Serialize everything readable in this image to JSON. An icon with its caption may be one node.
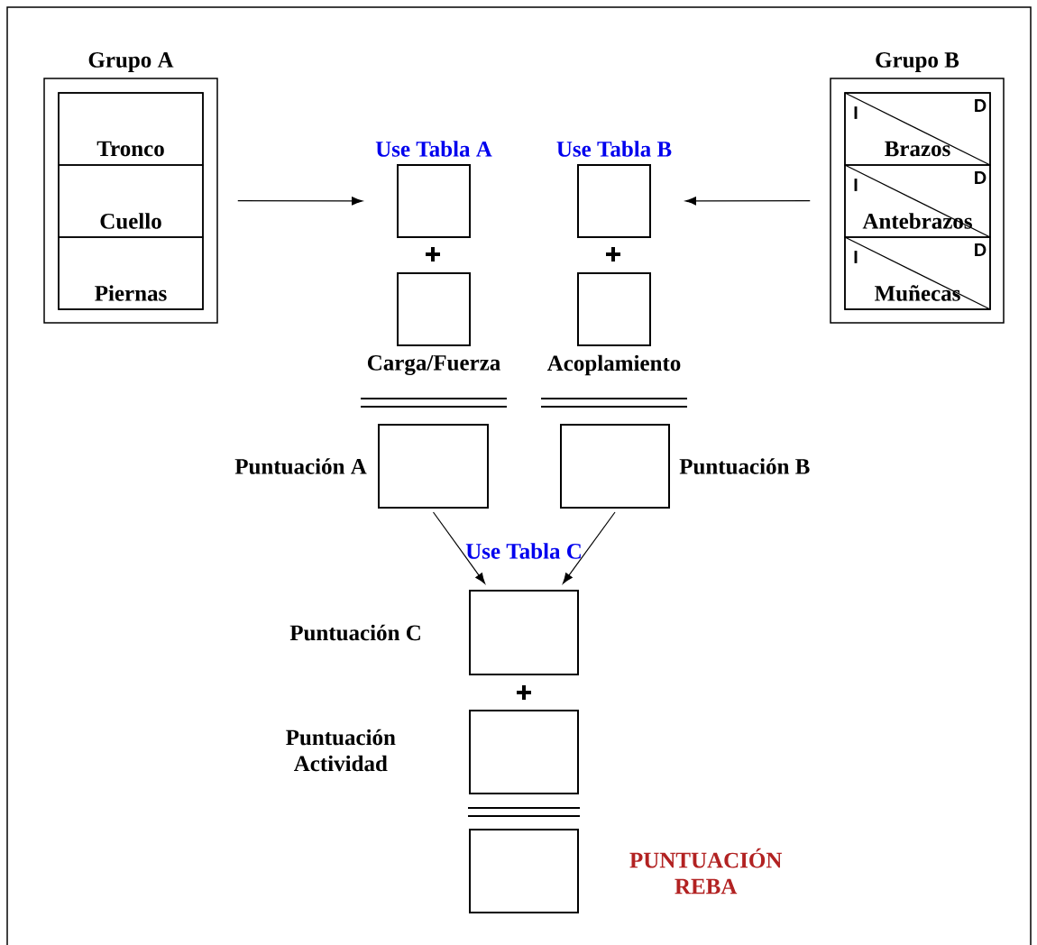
{
  "diagram": {
    "nodes": [
      {
        "text": [
          "Grupo A"
        ]
      },
      {
        "text": [
          "Tronco"
        ],
        "in": 0
      },
      {
        "text": [
          "Cuello"
        ],
        "in": 0
      },
      {
        "text": [
          "Piernas"
        ],
        "in": 0
      },
      {
        "text": [
          "Grupo B"
        ]
      },
      {
        "text": [
          "I",
          "D",
          "Brazos"
        ],
        "in": 4
      },
      {
        "text": [
          "I",
          "D",
          "Antebrazos"
        ],
        "in": 4
      },
      {
        "text": [
          "I",
          "D",
          "Muñecas"
        ],
        "in": 4
      },
      {
        "text": [
          "Use Tabla A"
        ]
      },
      {
        "text": [
          "Use Tabla B"
        ]
      },
      {
        "text": [],
        "shape": "box",
        "beside": [
          "Carga/Fuerza"
        ]
      },
      {
        "text": [],
        "shape": "box",
        "beside": [
          "Acoplamiento"
        ]
      },
      {
        "text": [],
        "shape": "box",
        "beside": [
          "Puntuación A"
        ]
      },
      {
        "text": [],
        "shape": "box",
        "beside": [
          "Puntuación B"
        ]
      },
      {
        "text": [
          "Use Tabla C"
        ],
        "beside": [
          "Puntuación C"
        ]
      },
      {
        "text": [],
        "shape": "box",
        "beside": [
          "Puntuación Actividad"
        ]
      },
      {
        "text": [],
        "shape": "box",
        "beside": [
          "PUNTUACIÓN REBA"
        ]
      }
    ],
    "edges": [
      {
        "from": 0,
        "to": 8,
        "arrow": "to"
      },
      {
        "from": 4,
        "to": 9,
        "arrow": "to"
      },
      {
        "from": 12,
        "to": 14,
        "arrow": "to"
      },
      {
        "from": 13,
        "to": 14,
        "arrow": "to"
      }
    ]
  }
}
